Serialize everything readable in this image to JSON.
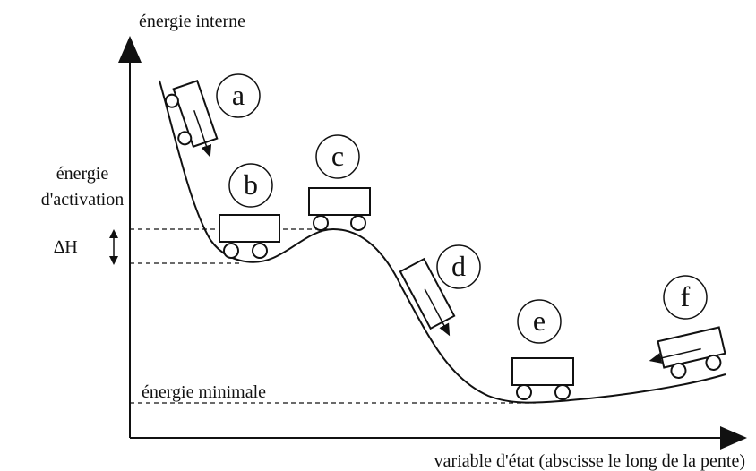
{
  "axes": {
    "y_label": "énergie interne",
    "x_label": "variable d'état (abscisse le long de la pente)"
  },
  "annotations": {
    "activation_line1": "énergie",
    "activation_line2": "d'activation",
    "delta_h": "∆H",
    "min_energy": "énergie minimale"
  },
  "states": [
    {
      "letter": "a"
    },
    {
      "letter": "b"
    },
    {
      "letter": "c"
    },
    {
      "letter": "d"
    },
    {
      "letter": "e"
    },
    {
      "letter": "f"
    }
  ]
}
